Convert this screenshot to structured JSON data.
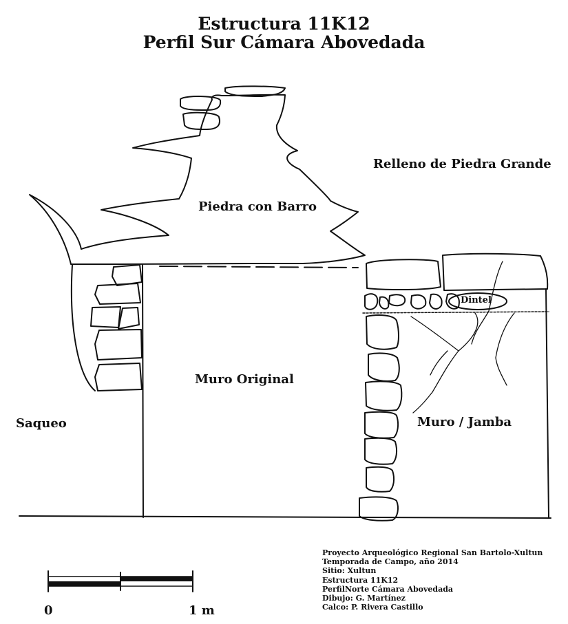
{
  "title": {
    "line1": "Estructura 11K12",
    "line2": "Perfil Sur Cámara Abovedada"
  },
  "labels": {
    "relleno": "Relleno de Piedra Grande",
    "piedra_barro": "Piedra con Barro",
    "dintel": "Dintel",
    "muro_original": "Muro Original",
    "saqueo": "Saqueo",
    "muro_jamba": "Muro / Jamba"
  },
  "credits": [
    "Proyecto Arqueológico Regional San Bartolo-Xultun",
    "Temporada de Campo, año 2014",
    "Sitio: Xultun",
    "Estructura 11K12",
    "PerfilNorte Cámara Abovedada",
    "Dibujo: G. Martínez",
    "Calco: P. Rivera Castillo"
  ],
  "scale": {
    "start_label": "0",
    "end_label": "1 m"
  }
}
